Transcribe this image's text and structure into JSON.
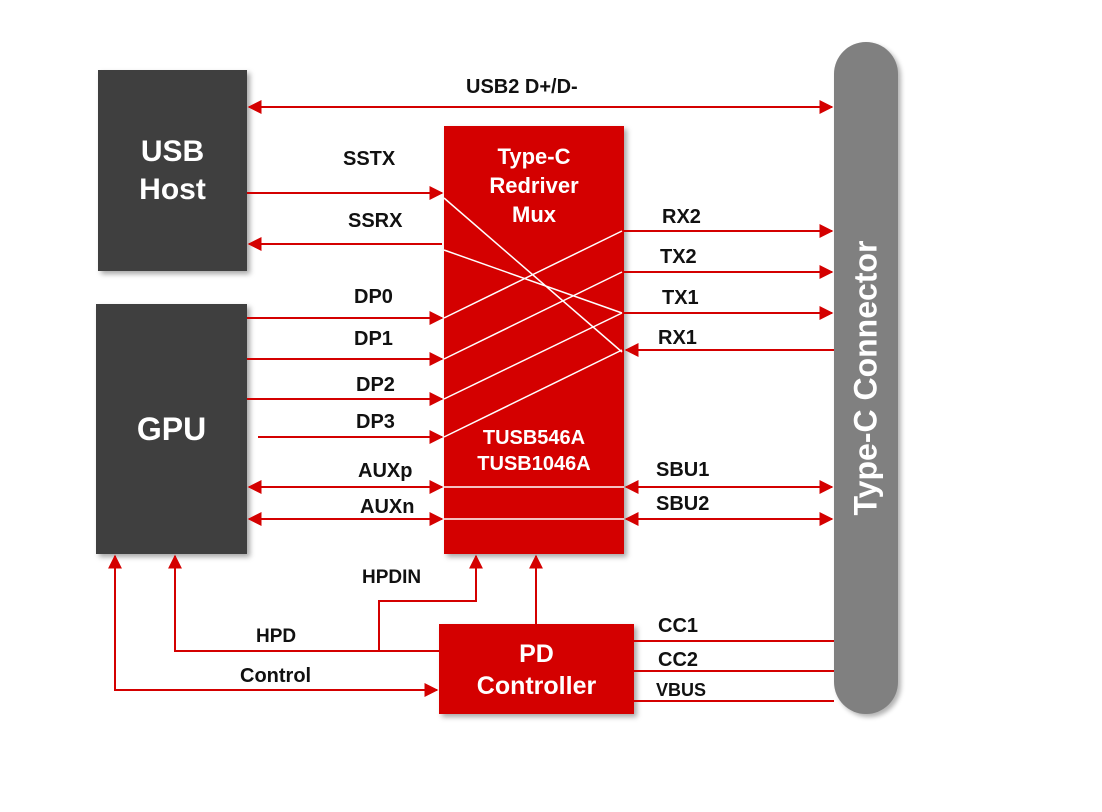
{
  "blocks": {
    "usb_host": "USB\nHost",
    "gpu": "GPU",
    "redriver_title": "Type-C\nRedriver\nMux",
    "redriver_parts": "TUSB546A\nTUSB1046A",
    "pd_controller": "PD\nController",
    "connector": "Type-C Connector"
  },
  "signals": {
    "usb2": "USB2 D+/D-",
    "sstx": "SSTX",
    "ssrx": "SSRX",
    "dp0": "DP0",
    "dp1": "DP1",
    "dp2": "DP2",
    "dp3": "DP3",
    "auxp": "AUXp",
    "auxn": "AUXn",
    "rx2": "RX2",
    "tx2": "TX2",
    "tx1": "TX1",
    "rx1": "RX1",
    "sbu1": "SBU1",
    "sbu2": "SBU2",
    "hpdin": "HPDIN",
    "hpd": "HPD",
    "control": "Control",
    "cc1": "CC1",
    "cc2": "CC2",
    "vbus": "VBUS"
  },
  "colors": {
    "line": "#d40000",
    "block_dark": "#3f3f3f",
    "block_red": "#d40000",
    "connector": "#808080"
  }
}
